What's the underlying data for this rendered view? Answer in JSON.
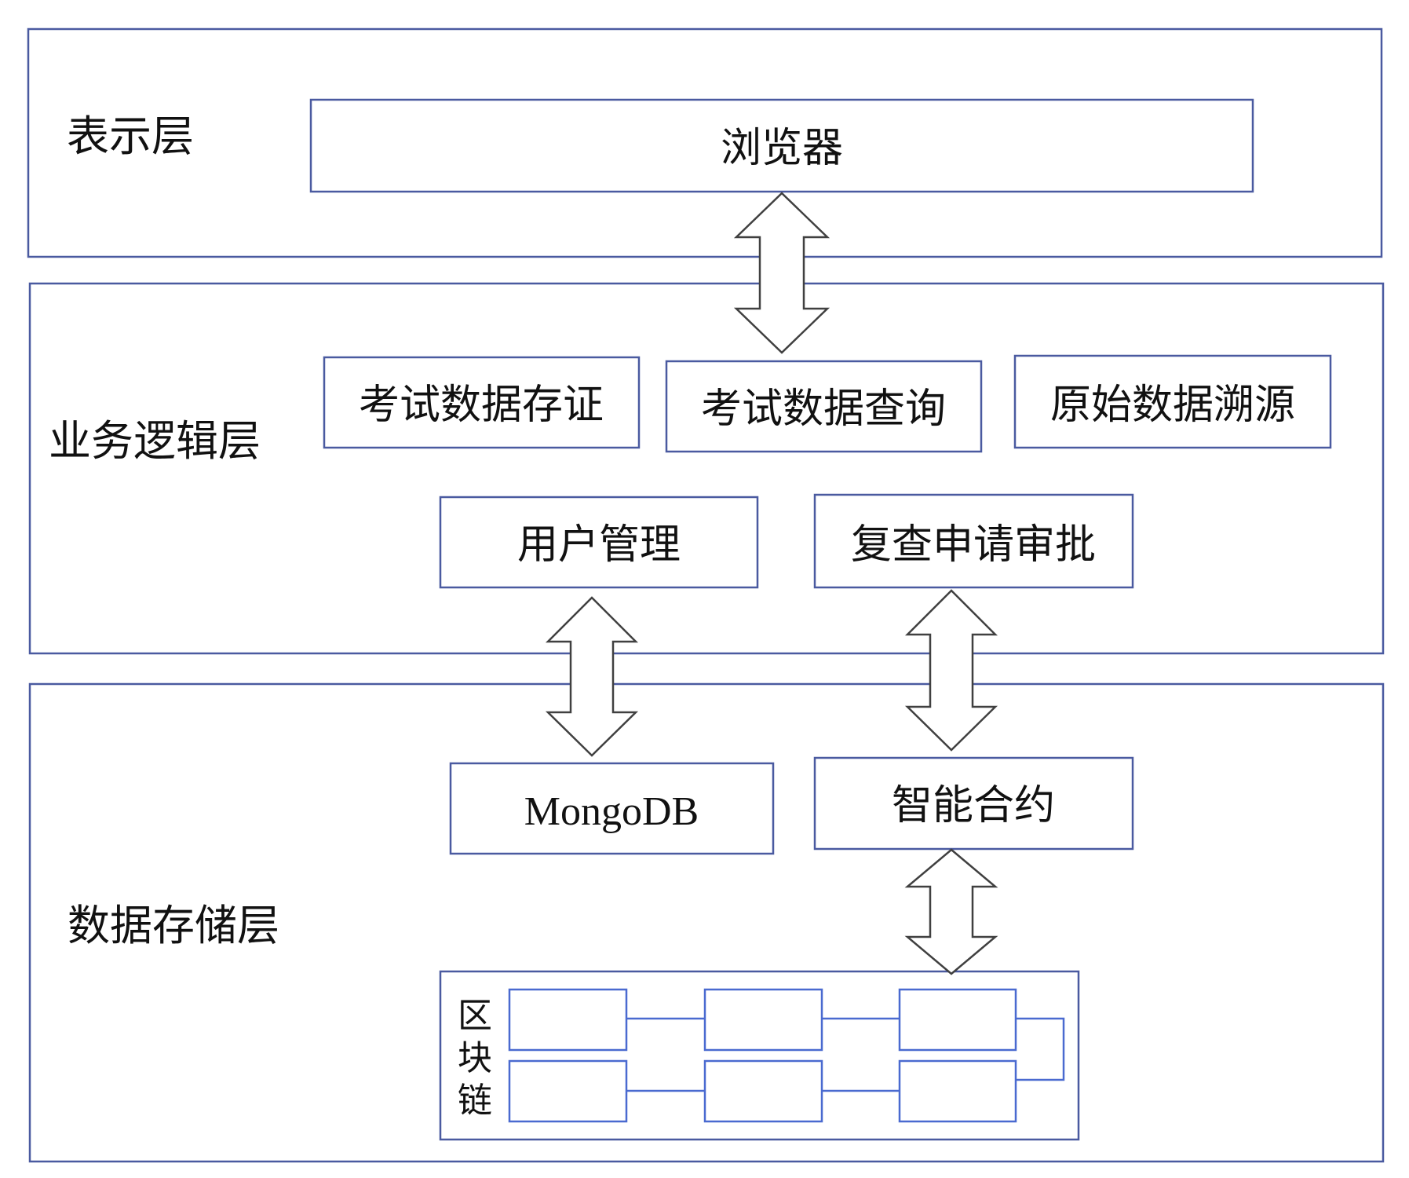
{
  "layers": {
    "presentation": {
      "label": "表示层",
      "browser": "浏览器"
    },
    "business": {
      "label": "业务逻辑层",
      "modules": [
        "考试数据存证",
        "考试数据查询",
        "原始数据溯源",
        "用户管理",
        "复查申请审批"
      ]
    },
    "storage": {
      "label": "数据存储层",
      "mongodb": "MongoDB",
      "smart_contract": "智能合约",
      "blockchain_label_chars": [
        "区",
        "块",
        "链"
      ]
    }
  },
  "colors": {
    "frame_stroke": "#4a5aa0",
    "arrow_stroke": "#404040",
    "chain_stroke": "#4a6ad0"
  }
}
